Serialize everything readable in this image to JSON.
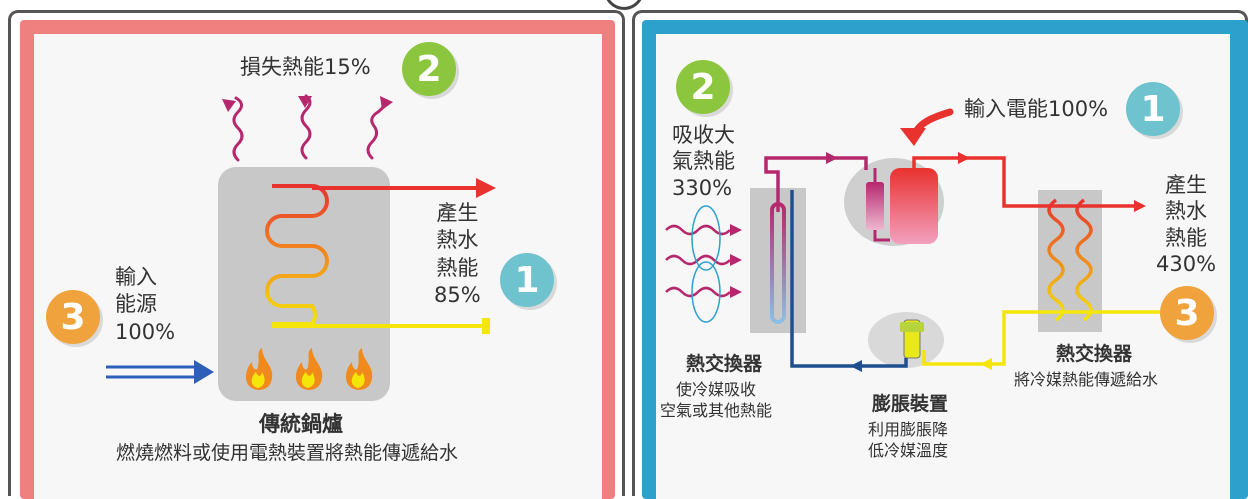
{
  "left": {
    "loss_label": "損失熱能15%",
    "loss_badge": "2",
    "output_label": "產生\n熱水\n熱能\n85%",
    "output_badge": "1",
    "input_label": "輸入\n能源\n100%",
    "input_badge": "3",
    "title": "傳統鍋爐",
    "description": "燃燒燃料或使用電熱裝置將熱能傳遞給水"
  },
  "right": {
    "absorb_badge": "2",
    "absorb_label": "吸收大\n氣熱能\n330%",
    "power_label": "輸入電能100%",
    "power_badge": "1",
    "output_label": "產生\n熱水\n熱能\n430%",
    "output_badge": "3",
    "hx_left_title": "熱交換器",
    "hx_left_desc": "使冷媒吸收\n空氣或其他熱能",
    "expansion_title": "膨脹裝置",
    "expansion_desc": "利用膨脹降\n低冷媒溫度",
    "hx_right_title": "熱交換器",
    "hx_right_desc": "將冷媒熱能傳遞給水"
  },
  "colors": {
    "left_frame": "#f08080",
    "right_frame": "#2ea0cc",
    "inner_bg": "#f7f7f7",
    "badge_blue": "#6fc3cf",
    "badge_green": "#8cc63f",
    "badge_orange": "#f0a23c",
    "hot_red": "#e8322e",
    "warm_yellow": "#f5e50a",
    "cold_blue": "#1f4f8f",
    "wavy_magenta": "#b5286e"
  }
}
